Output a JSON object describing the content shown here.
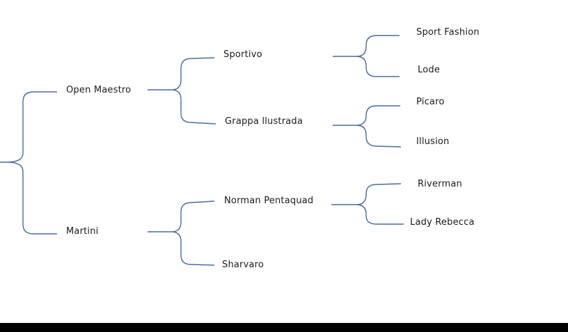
{
  "tree": {
    "level1": [
      {
        "label": "Open Maestro"
      },
      {
        "label": "Martini"
      }
    ],
    "level2": [
      {
        "label": "Sportivo"
      },
      {
        "label": "Grappa llustrada"
      },
      {
        "label": "Norman Pentaquad"
      },
      {
        "label": "Sharvaro"
      }
    ],
    "level3": [
      {
        "label": "Sport Fashion"
      },
      {
        "label": "Lode"
      },
      {
        "label": "Picaro"
      },
      {
        "label": "Illusion"
      },
      {
        "label": "Riverman"
      },
      {
        "label": "Lady Rebecca"
      }
    ]
  },
  "colors": {
    "connector": "#4a6b9a",
    "text": "#1a1a1a",
    "bottom_bar": "#000000"
  }
}
